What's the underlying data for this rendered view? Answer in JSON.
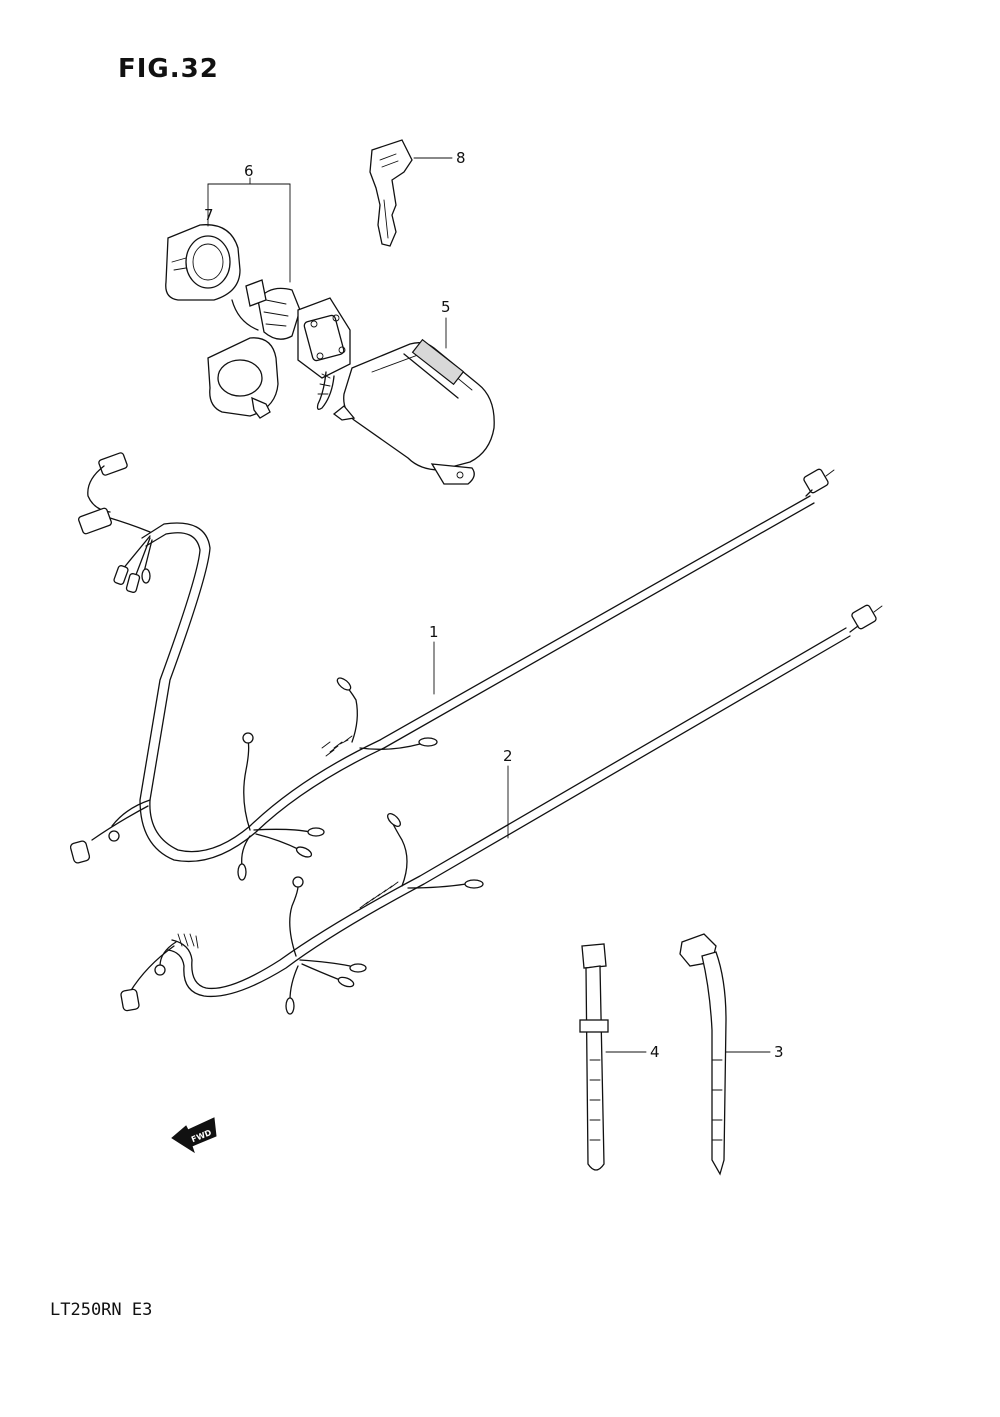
{
  "figure": {
    "title": "FIG.32",
    "model": "LT250RN E3",
    "direction_label": "FWD"
  },
  "callouts": [
    {
      "number": "1",
      "part": "wiring-harness-main"
    },
    {
      "number": "2",
      "part": "wiring-harness-sub"
    },
    {
      "number": "3",
      "part": "cable-clamp"
    },
    {
      "number": "4",
      "part": "cable-band"
    },
    {
      "number": "5",
      "part": "cdi-unit"
    },
    {
      "number": "6",
      "part": "ignition-switch-assembly"
    },
    {
      "number": "7",
      "part": "switch-cover"
    },
    {
      "number": "8",
      "part": "key"
    }
  ],
  "colors": {
    "line": "#111111",
    "background": "#ffffff"
  }
}
